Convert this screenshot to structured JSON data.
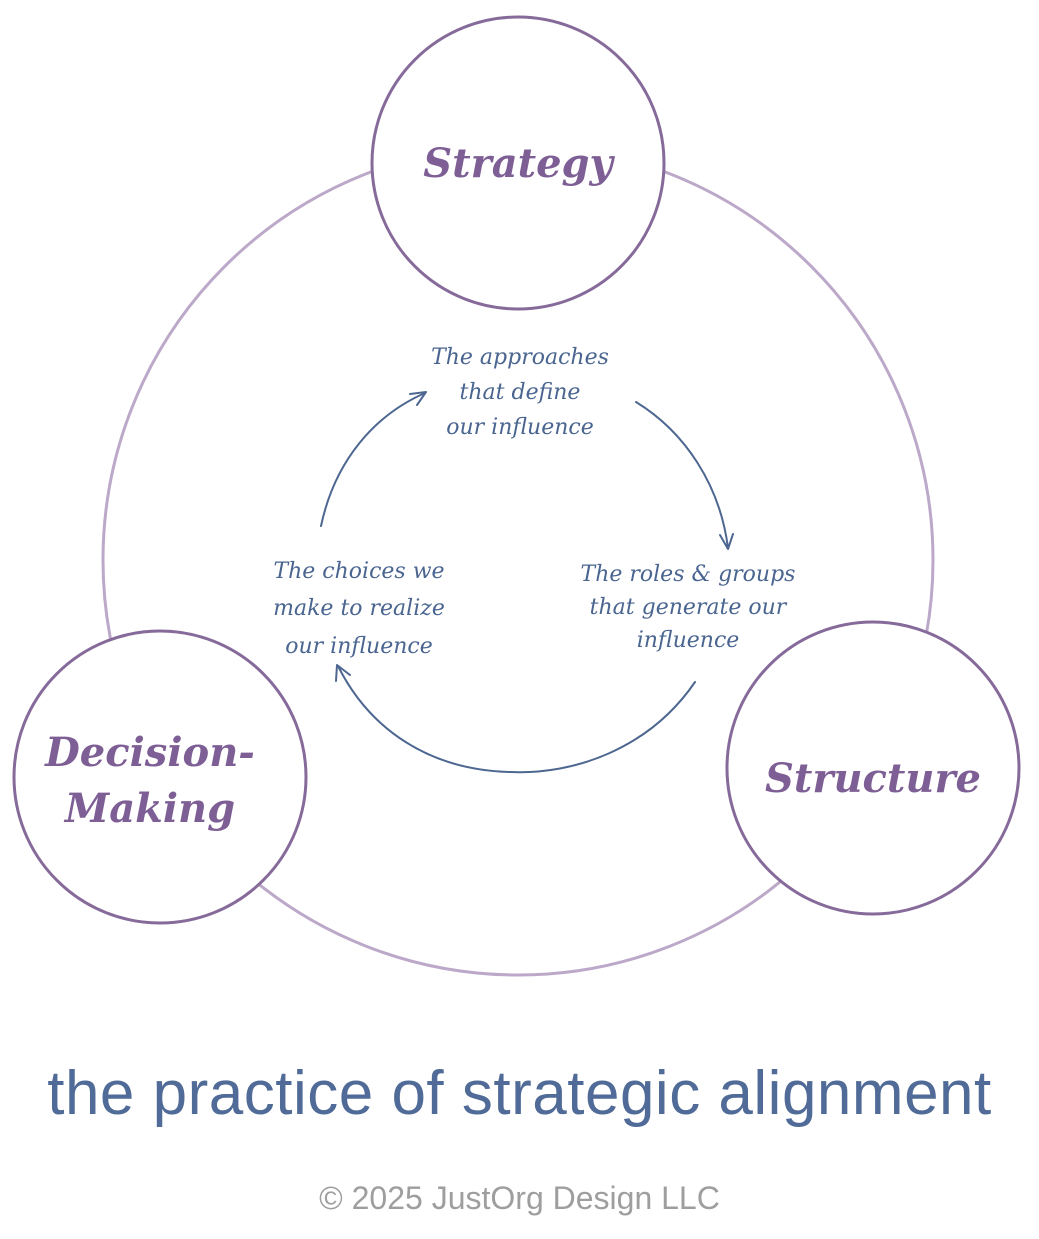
{
  "diagram": {
    "nodes": {
      "strategy": {
        "label": "Strategy"
      },
      "structure": {
        "label": "Structure"
      },
      "decision_making": {
        "lines": [
          "Decision-",
          "Making"
        ]
      }
    },
    "descriptions": {
      "approaches": [
        "The approaches",
        "that define",
        "our influence"
      ],
      "roles_groups": [
        "The roles & groups",
        "that generate our",
        "influence"
      ],
      "choices": [
        "The choices we",
        "make to realize",
        "our influence"
      ]
    },
    "colors": {
      "node_text": "#7e5f95",
      "node_stroke": "#866a9a",
      "ring_stroke": "#bca8c8",
      "description_text": "#4a6590",
      "arrow_stroke": "#4d6791"
    }
  },
  "title": "the practice of strategic alignment",
  "copyright": "© 2025 JustOrg Design LLC"
}
